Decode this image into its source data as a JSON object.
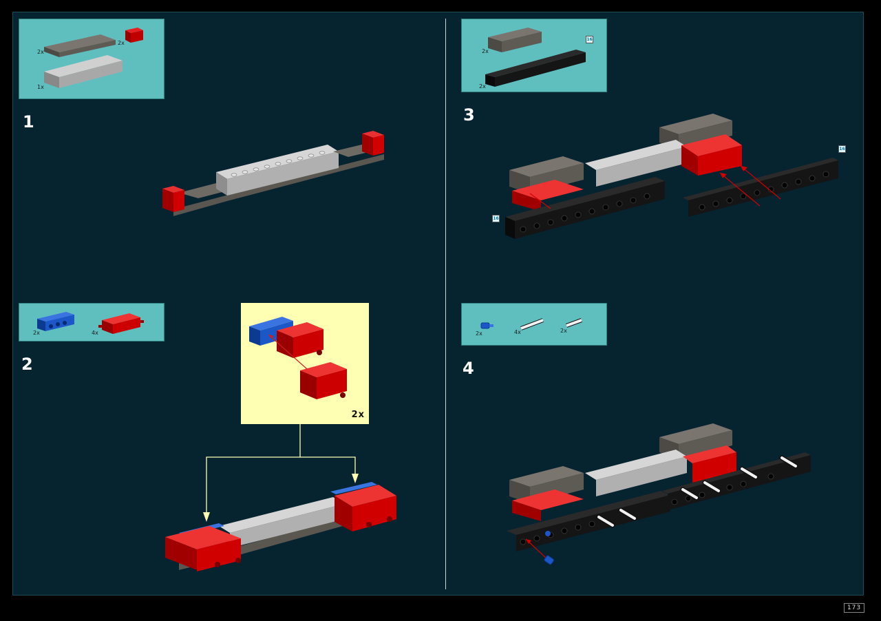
{
  "page_number": "173",
  "steps": [
    {
      "number": "1",
      "parts": [
        {
          "qty": "2x",
          "part": "dark-gray-plate-2x6",
          "color": "#6e6a64"
        },
        {
          "qty": "2x",
          "part": "red-brick-1x2",
          "color": "#d40000"
        },
        {
          "qty": "1x",
          "part": "light-gray-brick-2x10",
          "color": "#b8b8b8"
        }
      ]
    },
    {
      "number": "2",
      "parts": [
        {
          "qty": "2x",
          "part": "blue-technic-beam-1x4",
          "color": "#1b57c7"
        },
        {
          "qty": "4x",
          "part": "red-technic-brick-2x3-axle",
          "color": "#d40000"
        }
      ],
      "callout_qty": "2x"
    },
    {
      "number": "3",
      "parts": [
        {
          "qty": "2x",
          "part": "dark-gray-plate-2x8",
          "color": "#6e6a64"
        },
        {
          "qty": "2x",
          "part": "black-technic-beam-1x16",
          "color": "#1a1a1a"
        }
      ],
      "length_tag": "16"
    },
    {
      "number": "4",
      "parts": [
        {
          "qty": "2x",
          "part": "blue-axle-pin",
          "color": "#1b57c7"
        },
        {
          "qty": "4x",
          "part": "white-long-pin",
          "color": "#eeeeee"
        },
        {
          "qty": "2x",
          "part": "white-pin",
          "color": "#eeeeee"
        }
      ]
    }
  ],
  "colors": {
    "background": "#062330",
    "parts_box": "#5fbfbf",
    "callout": "#ffffb3",
    "red": "#d40000",
    "black": "#1a1a1a",
    "dark_gray": "#6e6a64",
    "light_gray": "#b8b8b8",
    "blue": "#1b57c7"
  }
}
